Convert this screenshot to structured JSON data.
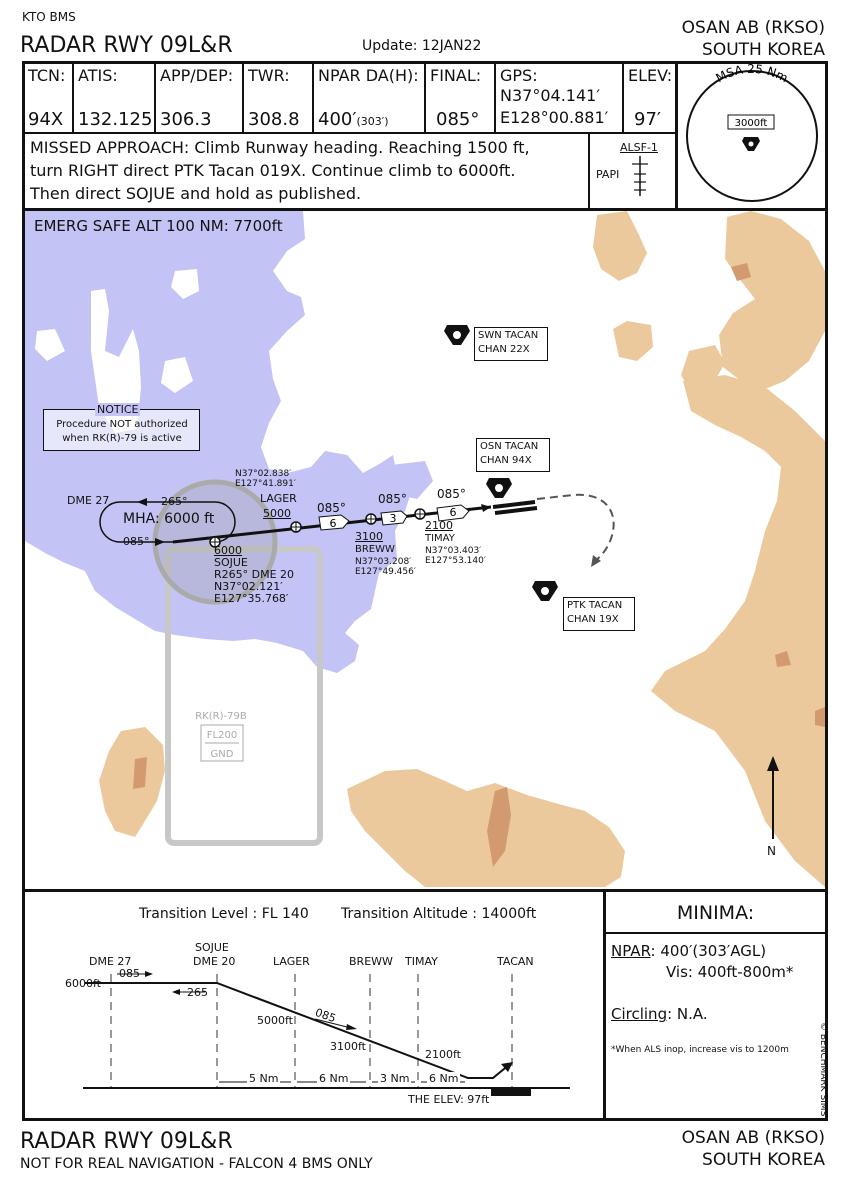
{
  "top": {
    "sim": "KTO BMS",
    "title": "RADAR RWY 09L&R",
    "update": "Update: 12JAN22",
    "airport": "OSAN AB (RKSO)",
    "country": "SOUTH KOREA"
  },
  "header": {
    "tcn_label": "TCN:",
    "tcn": "94X",
    "atis_label": "ATIS:",
    "atis": "132.125",
    "app_label": "APP/DEP:",
    "app": "306.3",
    "twr_label": "TWR:",
    "twr": "308.8",
    "npar_label": "NPAR DA(H):",
    "npar": "400′",
    "npar_h": "(303′)",
    "final_label": "FINAL:",
    "final": "085°",
    "gps_label": "GPS:",
    "gps_n": "N37°04.141′",
    "gps_e": "E128°00.881′",
    "elev_label": "ELEV:",
    "elev": "97′",
    "missed_1": "MISSED APPROACH: Climb Runway heading. Reaching 1500 ft,",
    "missed_2": "turn RIGHT direct PTK Tacan 019X. Continue climb to 6000ft.",
    "missed_3": "Then direct SOJUE and hold as published.",
    "alsf": "ALSF-1",
    "papi": "PAPI",
    "msa_label": "MSA 25 Nm",
    "msa_alt": "3000ft"
  },
  "plan": {
    "emerg": "EMERG SAFE ALT 100 NM: 7700ft",
    "notice_title": "NOTICE",
    "notice_1": "Procedure NOT authorized",
    "notice_2": "when RK(R)-79 is active",
    "swn_1": "SWN TACAN",
    "swn_2": "CHAN 22X",
    "osn_1": "OSN TACAN",
    "osn_2": "CHAN 94X",
    "ptk_1": "PTK TACAN",
    "ptk_2": "CHAN 19X",
    "dme27": "DME 27",
    "hold_out": "265°",
    "hold_in": "085°",
    "mha": "MHA: 6000 ft",
    "sojue_alt": "6000",
    "sojue_name": "SOJUE",
    "sojue_r": "R265° DME 20",
    "sojue_n": "N37°02.121′",
    "sojue_e": "E127°35.768′",
    "lager_n": "N37°02.838′",
    "lager_e": "E127°41.891′",
    "lager_name": "LAGER",
    "lager_alt": "5000",
    "brew_alt": "3100",
    "brew_name": "BREWW",
    "brew_n": "N37°03.208′",
    "brew_e": "E127°49.456′",
    "timay_alt": "2100",
    "timay_name": "TIMAY",
    "timay_n": "N37°03.403′",
    "timay_e": "E127°53.140′",
    "crs1": "085°",
    "crs2": "085°",
    "crs3": "085°",
    "d1": "6",
    "d2": "3",
    "d3": "6",
    "r79_name": "RK(R)-79B",
    "r79_top": "FL200",
    "r79_bot": "GND",
    "north": "N"
  },
  "profile": {
    "trans_level": "Transition Level : FL 140",
    "trans_alt": "Transition Altitude : 14000ft",
    "dme27": "DME 27",
    "sojue": "SOJUE",
    "dme20": "DME 20",
    "lager": "LAGER",
    "breww": "BREWW",
    "timay": "TIMAY",
    "tacan": "TACAN",
    "alt6000": "6000ft",
    "alt5000": "5000ft",
    "alt3100": "3100ft",
    "alt2100": "2100ft",
    "crs085a": "085",
    "crs265": "265",
    "crs085b": "085",
    "seg1": "5 Nm",
    "seg2": "6 Nm",
    "seg3": "3 Nm",
    "seg4": "6 Nm",
    "the_elev": "THE ELEV: 97ft"
  },
  "minima": {
    "title": "MINIMA:",
    "npar_key": "NPAR",
    "npar_val": ": 400′(303′AGL)",
    "vis": "Vis: 400ft-800m*",
    "circ_key": "Circling",
    "circ_val": ": N.A.",
    "note": "*When ALS inop, increase vis to 1200m",
    "copyright": "© BENCHMARK SIMS"
  },
  "bottom": {
    "title": "RADAR RWY 09L&R",
    "disclaimer": "NOT FOR REAL NAVIGATION - FALCON 4 BMS ONLY",
    "airport": "OSAN AB (RKSO)",
    "country": "SOUTH KOREA"
  },
  "colors": {
    "water": "#c3c3f5",
    "terrain": "#ecc99c",
    "terrain_high": "#d49a6f",
    "restricted": "#c8c8c8"
  }
}
